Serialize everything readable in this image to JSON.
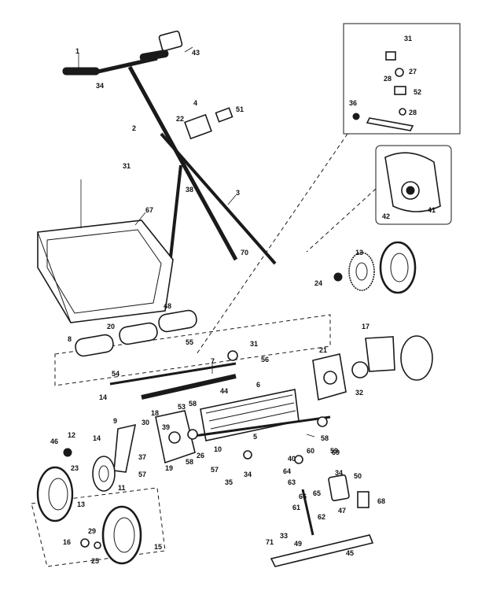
{
  "callouts": [
    "1",
    "2",
    "3",
    "4",
    "5",
    "6",
    "7",
    "8",
    "9",
    "10",
    "11",
    "12",
    "13",
    "14",
    "15",
    "16",
    "17",
    "18",
    "19",
    "20",
    "21",
    "22",
    "23",
    "24",
    "25",
    "26",
    "27",
    "28",
    "29",
    "30",
    "31",
    "32",
    "33",
    "34",
    "35",
    "36",
    "37",
    "38",
    "39",
    "40",
    "41",
    "42",
    "43",
    "44",
    "45",
    "46",
    "47",
    "48",
    "49",
    "50",
    "51",
    "52",
    "53",
    "54",
    "55",
    "56",
    "57",
    "58",
    "59",
    "60",
    "61",
    "62",
    "63",
    "64",
    "65",
    "66",
    "67",
    "68",
    "69",
    "70",
    "71"
  ]
}
